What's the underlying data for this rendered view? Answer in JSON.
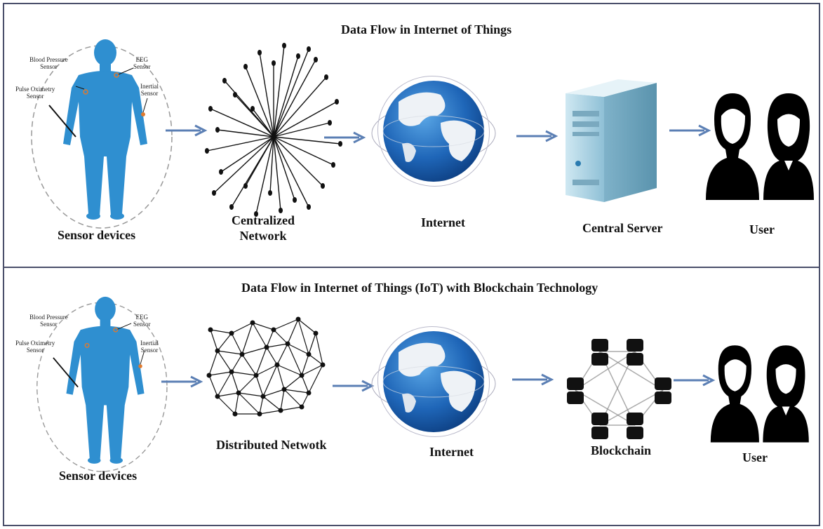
{
  "top": {
    "title": "Data Flow in Internet of Things",
    "labels": {
      "sensor": "Sensor devices",
      "network_line1": "Centralized",
      "network_line2": "Network",
      "internet": "Internet",
      "server": "Central Server",
      "user": "User"
    },
    "sensor_tags": {
      "bp": [
        "Blood Pressure",
        "Sensor"
      ],
      "eeg": [
        "EEG",
        "Sensor"
      ],
      "pulse": [
        "Pulse Oximetry",
        "Sensor"
      ],
      "inertial": [
        "Inertial",
        "Sensor"
      ]
    }
  },
  "bottom": {
    "title": "Data Flow in Internet of Things (IoT) with Blockchain Technology",
    "labels": {
      "sensor": "Sensor devices",
      "network": "Distributed Netwotk",
      "internet": "Internet",
      "blockchain": "Blockchain",
      "user": "User"
    },
    "sensor_tags": {
      "bp": [
        "Blood Pressure",
        "Sensor"
      ],
      "eeg": [
        "EEG",
        "Sensor"
      ],
      "pulse": [
        "Pulse Oximetry",
        "Sensor"
      ],
      "inertial": [
        "Inertial",
        "Sensor"
      ]
    }
  },
  "colors": {
    "arrow": "#5b7fb4",
    "body": "#2f8fd0",
    "globe_ocean": "#1f66b8",
    "globe_land": "#e9eef3",
    "server": "#9ec9dc",
    "silhouette": "#000000"
  },
  "icons": [
    "human-body-icon",
    "centralized-network-icon",
    "globe-icon",
    "server-icon",
    "user-silhouette-icon",
    "distributed-network-icon",
    "blockchain-icon"
  ]
}
